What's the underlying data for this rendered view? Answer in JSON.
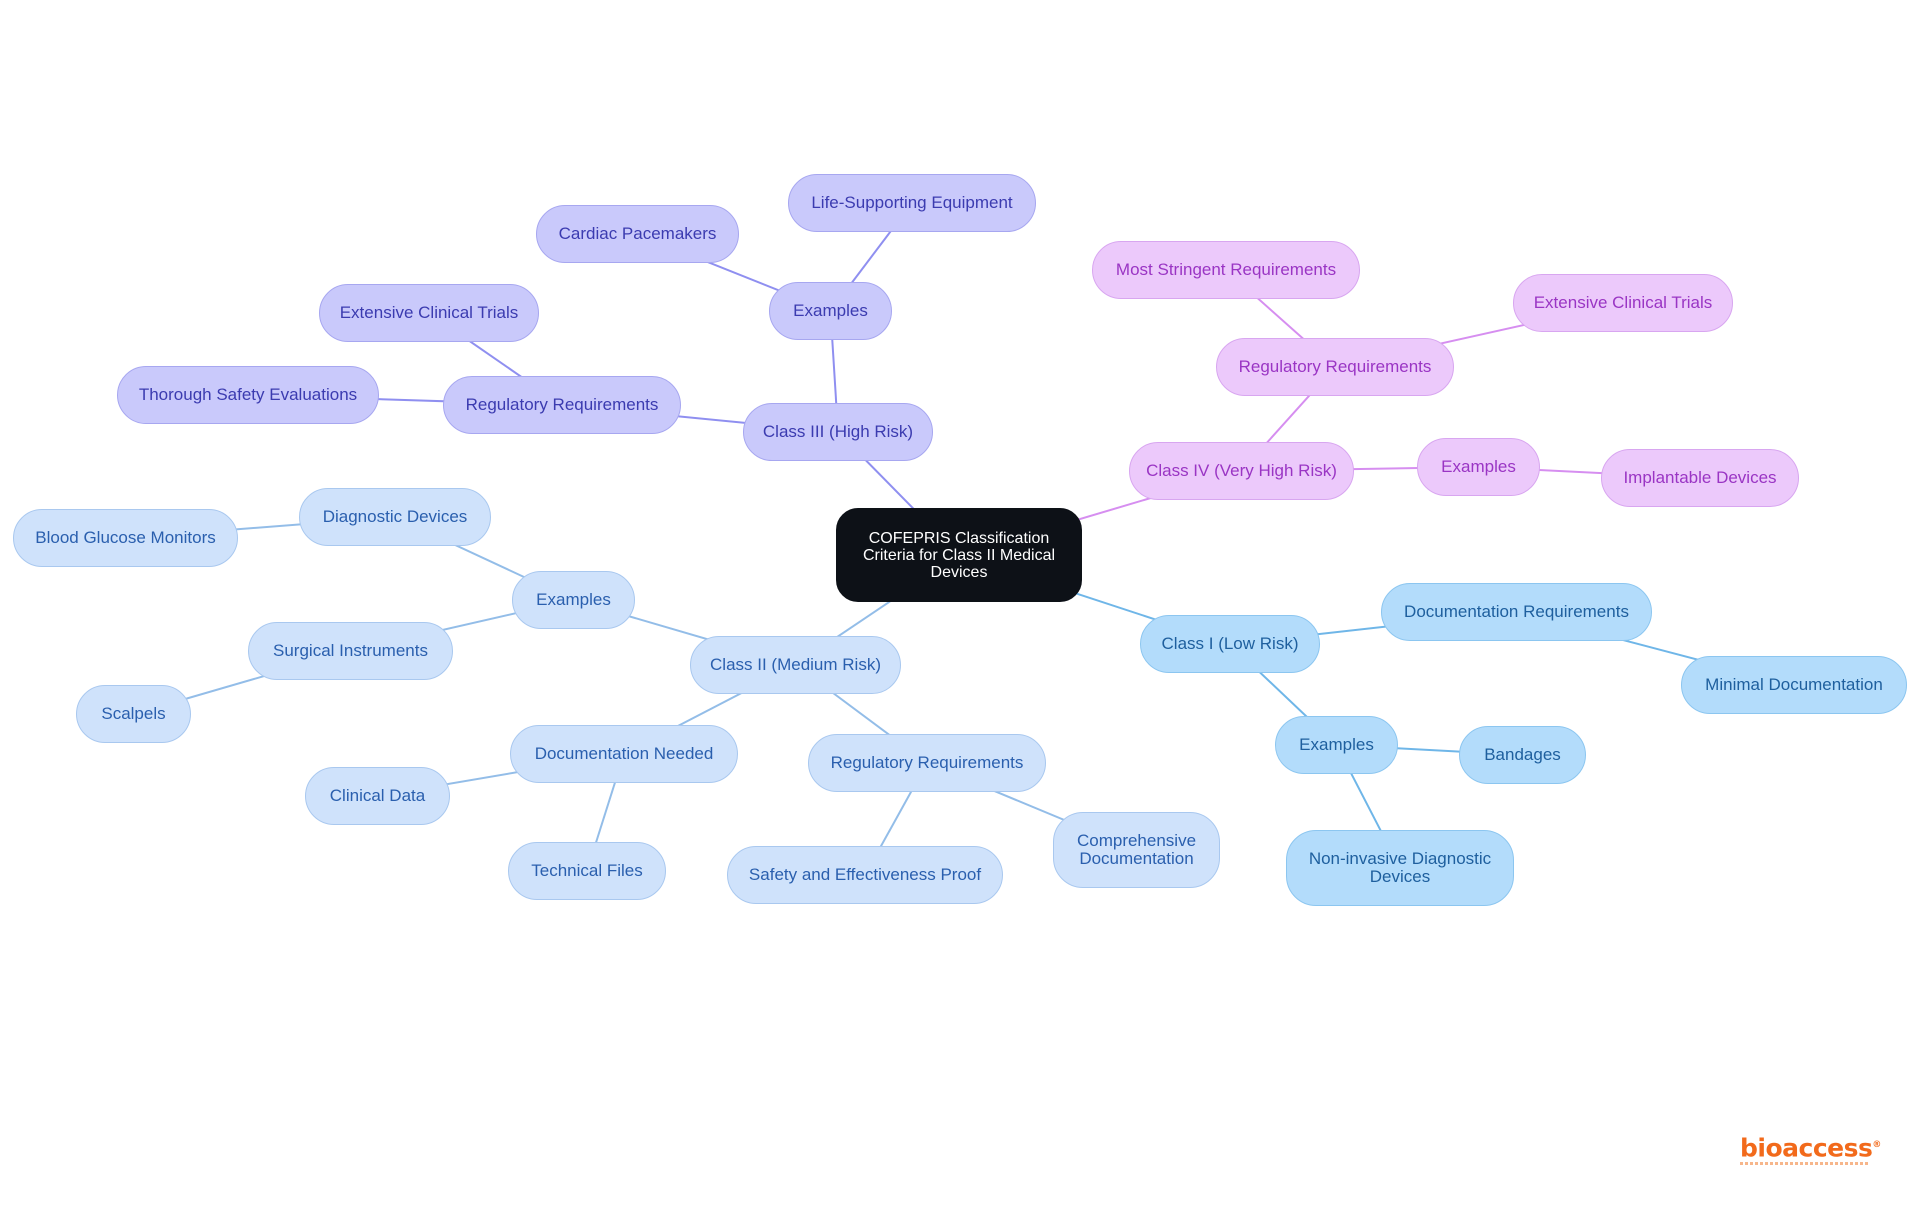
{
  "colors": {
    "root": "#0d1117",
    "class_iii": "#c9c9fb",
    "class_iv": "#ecc9fb",
    "class_ii": "#cfe2fb",
    "class_i": "#b3dcfb",
    "logo": "#f26a1b"
  },
  "nodes": {
    "root": "COFEPRIS Classification Criteria for Class II Medical Devices",
    "class_iii": "Class III (High Risk)",
    "class_iii_examples": "Examples",
    "cardiac_pacemakers": "Cardiac Pacemakers",
    "life_supporting_equipment": "Life-Supporting Equipment",
    "class_iii_regulatory": "Regulatory Requirements",
    "class_iii_clinical_trials": "Extensive Clinical Trials",
    "thorough_safety": "Thorough Safety Evaluations",
    "class_iv": "Class IV (Very High Risk)",
    "class_iv_regulatory": "Regulatory Requirements",
    "most_stringent": "Most Stringent Requirements",
    "class_iv_clinical_trials": "Extensive Clinical Trials",
    "class_iv_examples": "Examples",
    "implantable_devices": "Implantable Devices",
    "class_ii": "Class II (Medium Risk)",
    "class_ii_examples": "Examples",
    "diagnostic_devices": "Diagnostic Devices",
    "blood_glucose": "Blood Glucose Monitors",
    "surgical_instruments": "Surgical Instruments",
    "scalpels": "Scalpels",
    "documentation_needed": "Documentation Needed",
    "clinical_data": "Clinical Data",
    "technical_files": "Technical Files",
    "class_ii_regulatory": "Regulatory Requirements",
    "safety_effectiveness": "Safety and Effectiveness Proof",
    "comprehensive_documentation": "Comprehensive Documentation",
    "class_i": "Class I (Low Risk)",
    "documentation_requirements": "Documentation Requirements",
    "minimal_documentation": "Minimal Documentation",
    "class_i_examples": "Examples",
    "bandages": "Bandages",
    "non_invasive": "Non-invasive Diagnostic Devices"
  },
  "edges": [
    [
      "root",
      "class_iii"
    ],
    [
      "class_iii",
      "class_iii_examples"
    ],
    [
      "class_iii_examples",
      "cardiac_pacemakers"
    ],
    [
      "class_iii_examples",
      "life_supporting_equipment"
    ],
    [
      "class_iii",
      "class_iii_regulatory"
    ],
    [
      "class_iii_regulatory",
      "class_iii_clinical_trials"
    ],
    [
      "class_iii_regulatory",
      "thorough_safety"
    ],
    [
      "root",
      "class_iv"
    ],
    [
      "class_iv",
      "class_iv_regulatory"
    ],
    [
      "class_iv_regulatory",
      "most_stringent"
    ],
    [
      "class_iv_regulatory",
      "class_iv_clinical_trials"
    ],
    [
      "class_iv",
      "class_iv_examples"
    ],
    [
      "class_iv_examples",
      "implantable_devices"
    ],
    [
      "root",
      "class_ii"
    ],
    [
      "class_ii",
      "class_ii_examples"
    ],
    [
      "class_ii_examples",
      "diagnostic_devices"
    ],
    [
      "diagnostic_devices",
      "blood_glucose"
    ],
    [
      "class_ii_examples",
      "surgical_instruments"
    ],
    [
      "surgical_instruments",
      "scalpels"
    ],
    [
      "class_ii",
      "documentation_needed"
    ],
    [
      "documentation_needed",
      "clinical_data"
    ],
    [
      "documentation_needed",
      "technical_files"
    ],
    [
      "class_ii",
      "class_ii_regulatory"
    ],
    [
      "class_ii_regulatory",
      "safety_effectiveness"
    ],
    [
      "class_ii_regulatory",
      "comprehensive_documentation"
    ],
    [
      "root",
      "class_i"
    ],
    [
      "class_i",
      "documentation_requirements"
    ],
    [
      "documentation_requirements",
      "minimal_documentation"
    ],
    [
      "class_i",
      "class_i_examples"
    ],
    [
      "class_i_examples",
      "bandages"
    ],
    [
      "class_i_examples",
      "non_invasive"
    ]
  ],
  "logo": {
    "text": "bioaccess",
    "mark": "®"
  }
}
